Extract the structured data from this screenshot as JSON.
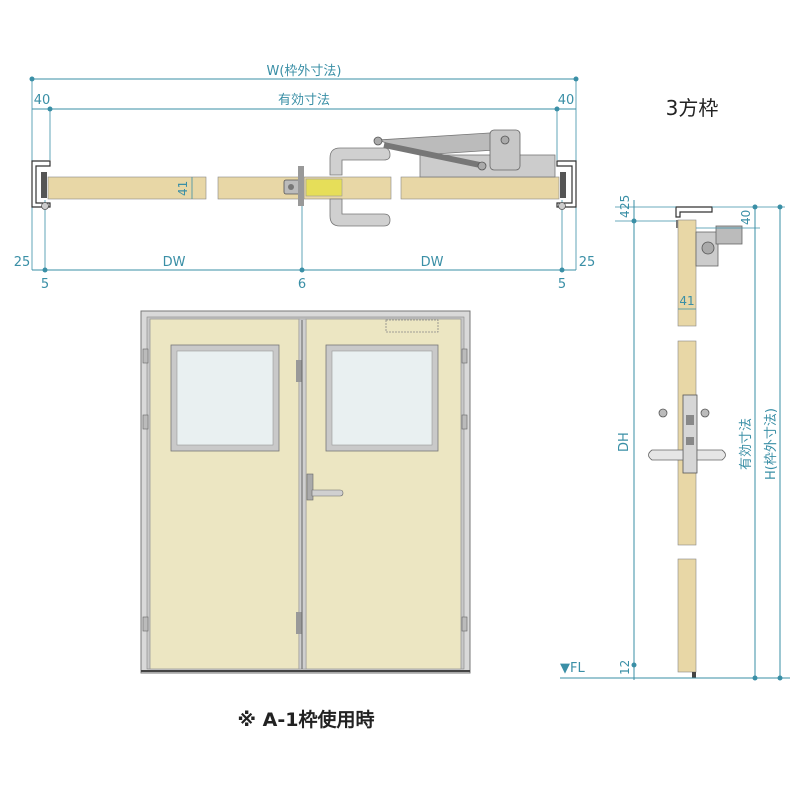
{
  "colors": {
    "dimension": "#3a8fa6",
    "door_wood": "#e8d7a6",
    "door_panel": "#ece6c2",
    "frame": "#b8b8b8",
    "glass": "#e9f0f1",
    "handle": "#d0d0d0",
    "flush_bolt": "#e6de59"
  },
  "plan": {
    "label_overall_width": "W(枠外寸法)",
    "label_clear_width": "有効寸法",
    "left_frame": "40",
    "right_frame": "40",
    "leaf_thickness": "41",
    "left_offset": "25",
    "right_offset": "25",
    "dw_left": "DW",
    "dw_right": "DW",
    "gap_left": "5",
    "gap_center": "6",
    "gap_right": "5"
  },
  "section": {
    "title": "3方枠",
    "top_a": "4",
    "top_b": "25",
    "frame_top": "40",
    "thickness": "41",
    "dh": "DH",
    "clear_height": "有効寸法",
    "overall_height": "H(枠外寸法)",
    "floor": "▼FL",
    "bottom": "12"
  },
  "note": "※ A-1枠使用時",
  "icons": [
    "door-closer-icon",
    "lever-handle-icon",
    "flush-bolt-icon",
    "hinge-icon",
    "lock-case-icon"
  ]
}
